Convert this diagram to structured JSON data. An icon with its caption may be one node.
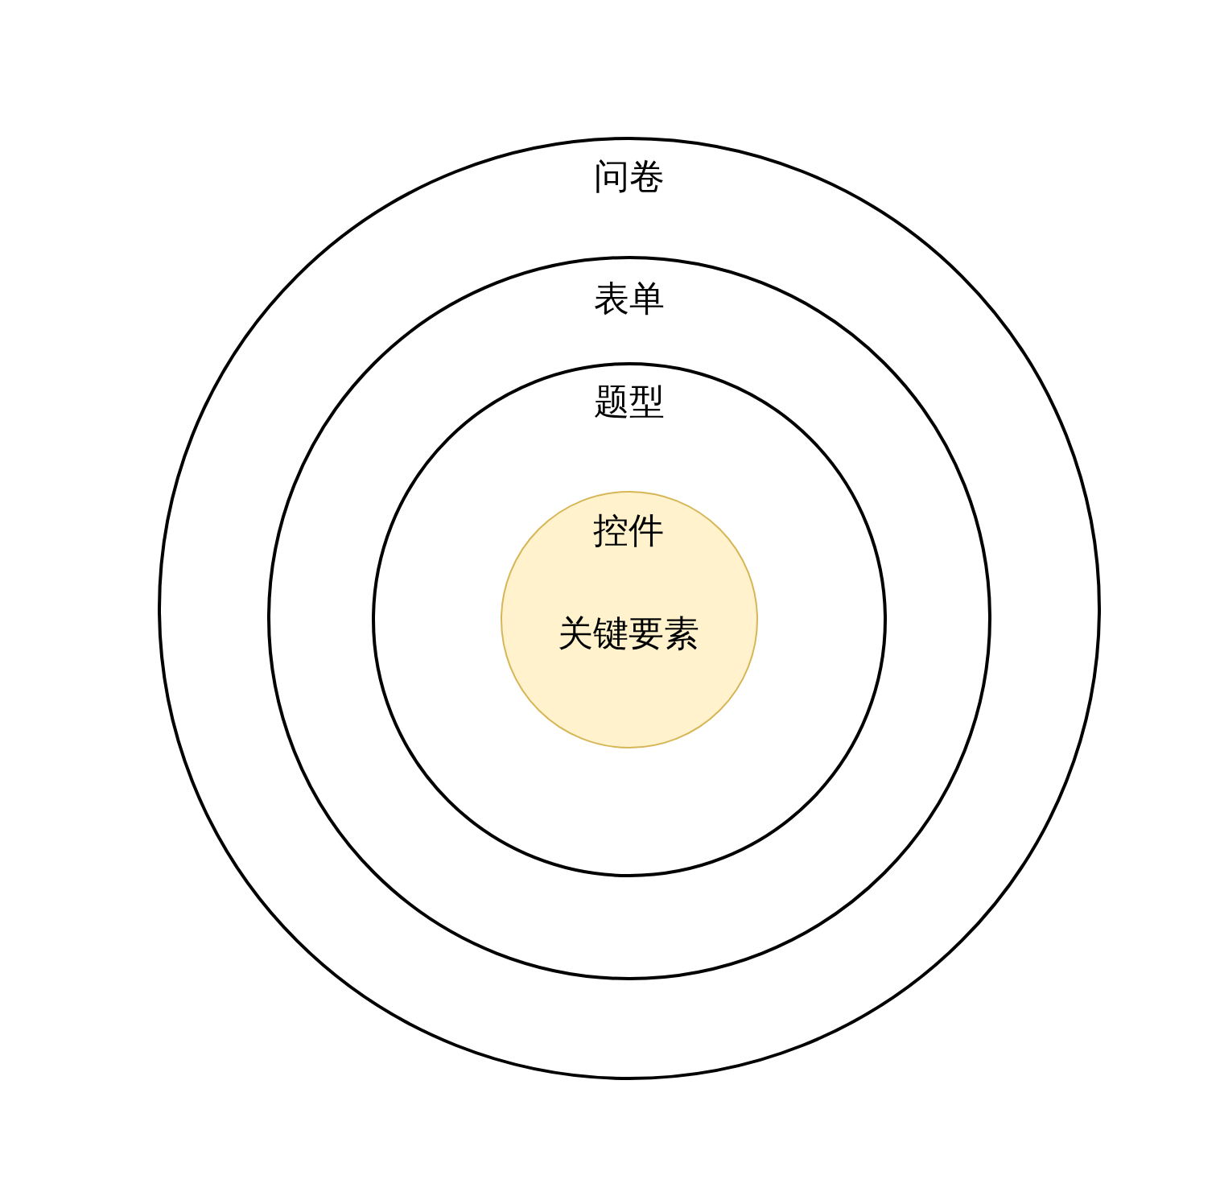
{
  "diagram": {
    "nodes": [
      {
        "text": [
          "问卷"
        ]
      },
      {
        "text": [
          "表单"
        ],
        "in": 0
      },
      {
        "text": [
          "题型"
        ],
        "in": 1
      },
      {
        "text": [
          "控件",
          "关键要素"
        ],
        "in": 2
      }
    ]
  }
}
